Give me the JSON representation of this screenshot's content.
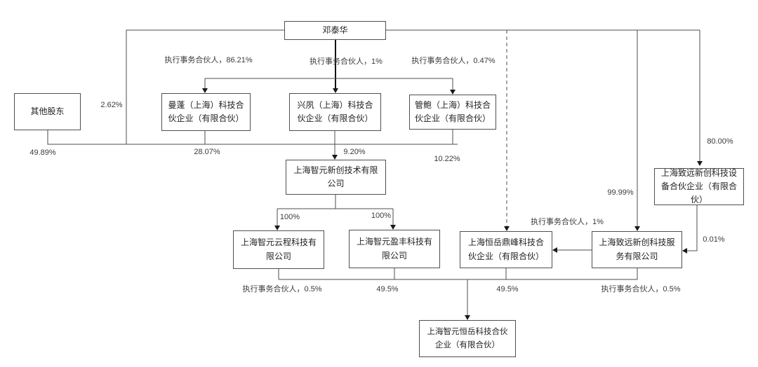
{
  "nodes": {
    "deng_taihua": {
      "label": "邓泰华"
    },
    "other_shareholders": {
      "label": "其他股东"
    },
    "manpeng": {
      "label": "曼蓬（上海）科技合伙企业（有限合伙）"
    },
    "xingsu": {
      "label": "兴夙（上海）科技合伙企业（有限合伙）"
    },
    "guanbao": {
      "label": "管鲍（上海）科技合伙企业（有限合伙）"
    },
    "zhiyuan_xinchuang": {
      "label": "上海智元新创技术有限公司"
    },
    "zhiyuan_shebei": {
      "label": "上海致远新创科技设备合伙企业（有限合伙）"
    },
    "zhiyuan_yuncheng": {
      "label": "上海智元云程科技有限公司"
    },
    "zhiyuan_yingfeng": {
      "label": "上海智元盈丰科技有限公司"
    },
    "hengyue_dingfeng": {
      "label": "上海恒岳鼎峰科技合伙企业（有限合伙）"
    },
    "zhiyuan_fuwu": {
      "label": "上海致远新创科技服务有限公司"
    },
    "zhiyuan_hengyue": {
      "label": "上海智元恒岳科技合伙企业（有限合伙）"
    }
  },
  "edge_labels": {
    "gp_manpeng": "执行事务合伙人，86.21%",
    "gp_xingsu": "执行事务合伙人，1%",
    "gp_guanbao": "执行事务合伙人，0.47%",
    "deng_direct_pct": "2.62%",
    "other_shareholders_pct": "49.89%",
    "manpeng_pct": "28.07%",
    "xingsu_pct": "9.20%",
    "guanbao_pct": "10.22%",
    "yuncheng_pct": "100%",
    "yingfeng_pct": "100%",
    "fuwu_pct": "99.99%",
    "shebei_pct": "80.00%",
    "shebei_to_fuwu_pct": "0.01%",
    "fuwu_gp": "执行事务合伙人，1%",
    "yuncheng_gp": "执行事务合伙人，0.5%",
    "yingfeng_hold_pct": "49.5%",
    "dingfeng_hold_pct": "49.5%",
    "fuwu_gp_bottom": "执行事务合伙人，0.5%"
  },
  "colors": {
    "line": "#4d4d4d",
    "accent_line": "#111111",
    "box_border": "#4f4f4f",
    "text": "#333333",
    "background": "#ffffff"
  }
}
